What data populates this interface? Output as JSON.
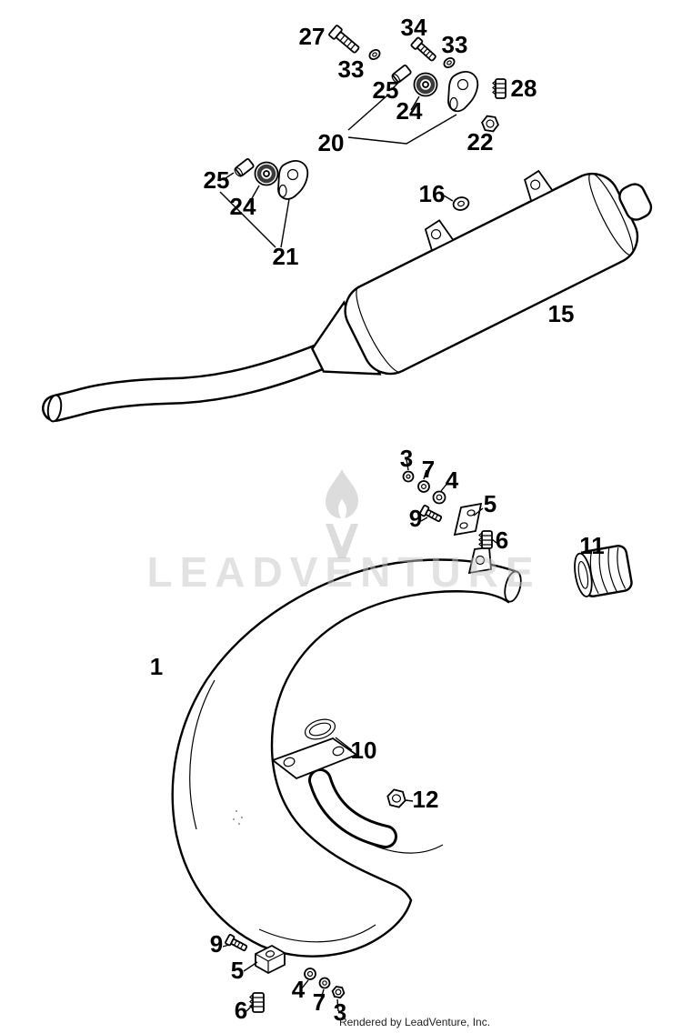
{
  "diagram": {
    "watermark": "LEADVENTURE",
    "footer": "Rendered by LeadVenture, Inc.",
    "callouts": {
      "c27": "27",
      "c34": "34",
      "c33a": "33",
      "c33b": "33",
      "c25a": "25",
      "c24a": "24",
      "c28": "28",
      "c22": "22",
      "c20": "20",
      "c25b": "25",
      "c24b": "24",
      "c21": "21",
      "c16": "16",
      "c15": "15",
      "c3a": "3",
      "c7a": "7",
      "c4a": "4",
      "c5a": "5",
      "c9a": "9",
      "c6a": "6",
      "c11": "11",
      "c1": "1",
      "c10": "10",
      "c12": "12",
      "c9b": "9",
      "c5b": "5",
      "c4b": "4",
      "c7b": "7",
      "c3b": "3",
      "c6b": "6"
    }
  }
}
